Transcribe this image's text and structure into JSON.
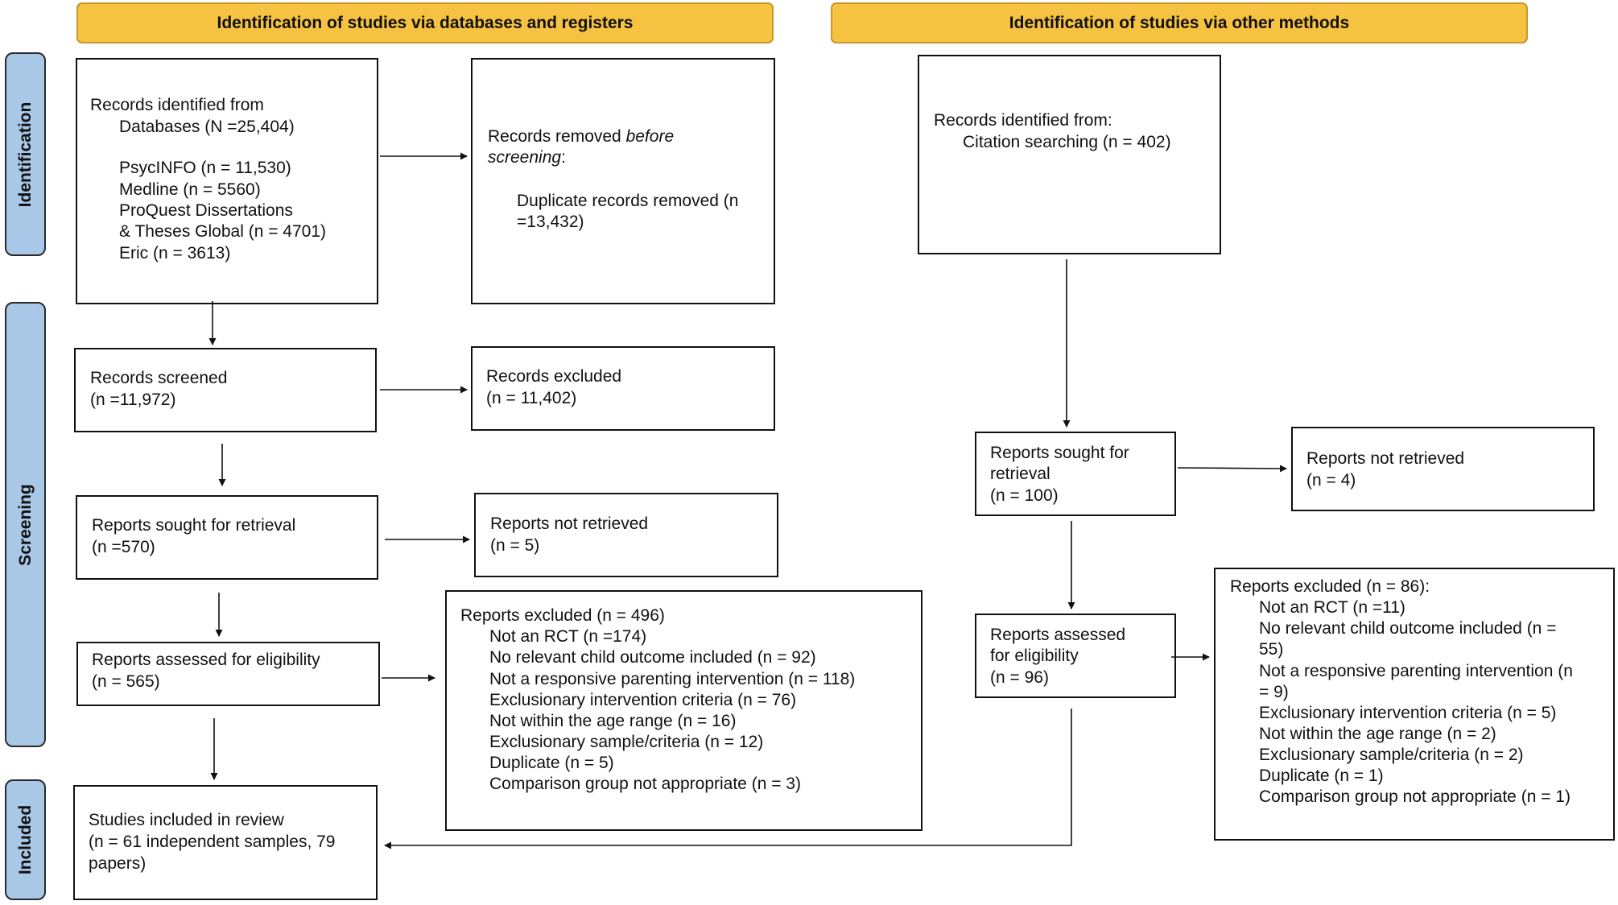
{
  "headers": {
    "databases": "Identification of studies via databases and registers",
    "other": "Identification of studies via other methods"
  },
  "phases": {
    "identification": "Identification",
    "screening": "Screening",
    "included": "Included"
  },
  "left": {
    "records_identified": {
      "l1": "Records identified from",
      "l2": "Databases (N =25,404)",
      "l3": "PsycINFO (n = 11,530)",
      "l4": "Medline (n = 5560)",
      "l5": "ProQuest Dissertations",
      "l6": "& Theses Global (n = 4701)",
      "l7": "Eric (n = 3613)"
    },
    "records_removed": {
      "l1a": "Records removed ",
      "l1b": "before",
      "l2a": "screening",
      "l2b": ":",
      "l3": "Duplicate records removed (n",
      "l4": "=13,432)"
    },
    "records_screened": {
      "l1": "Records screened",
      "l2": "(n =11,972)"
    },
    "records_excluded": {
      "l1": "Records excluded",
      "l2": "(n = 11,402)"
    },
    "reports_sought": {
      "l1": "Reports sought for retrieval",
      "l2": "(n =570)"
    },
    "reports_not_retrieved": {
      "l1": "Reports not retrieved",
      "l2": "(n = 5)"
    },
    "reports_assessed": {
      "l1": "Reports assessed for eligibility",
      "l2": "(n = 565)"
    },
    "reports_excluded": {
      "title": "Reports excluded (n = 496)",
      "items": [
        "Not an RCT (n =174)",
        "No relevant child outcome included (n = 92)",
        "Not a responsive parenting intervention (n = 118)",
        "Exclusionary intervention criteria (n = 76)",
        "Not within the age range (n = 16)",
        "Exclusionary sample/criteria (n = 12)",
        "Duplicate (n = 5)",
        "Comparison group not appropriate (n = 3)"
      ]
    },
    "studies_included": {
      "l1": "Studies included in review",
      "l2": "(n = 61 independent samples, 79",
      "l3": "papers)"
    }
  },
  "right": {
    "records_identified": {
      "l1": "Records identified from:",
      "l2": "Citation searching (n = 402)"
    },
    "reports_sought": {
      "l1": "Reports sought for",
      "l2": "retrieval",
      "l3": "(n = 100)"
    },
    "reports_not_retrieved": {
      "l1": "Reports not retrieved",
      "l2": "(n = 4)"
    },
    "reports_assessed": {
      "l1": "Reports assessed",
      "l2": "for eligibility",
      "l3": "(n = 96)"
    },
    "reports_excluded": {
      "title": "Reports excluded (n = 86):",
      "lines": [
        "Not an RCT (n =11)",
        "No relevant child outcome included (n =",
        "55)",
        "Not a responsive parenting intervention (n",
        "= 9)",
        "Exclusionary intervention criteria (n = 5)",
        "Not within the age range (n = 2)",
        "Exclusionary sample/criteria (n = 2)",
        "Duplicate (n = 1)",
        "Comparison group not appropriate (n = 1)"
      ]
    }
  }
}
